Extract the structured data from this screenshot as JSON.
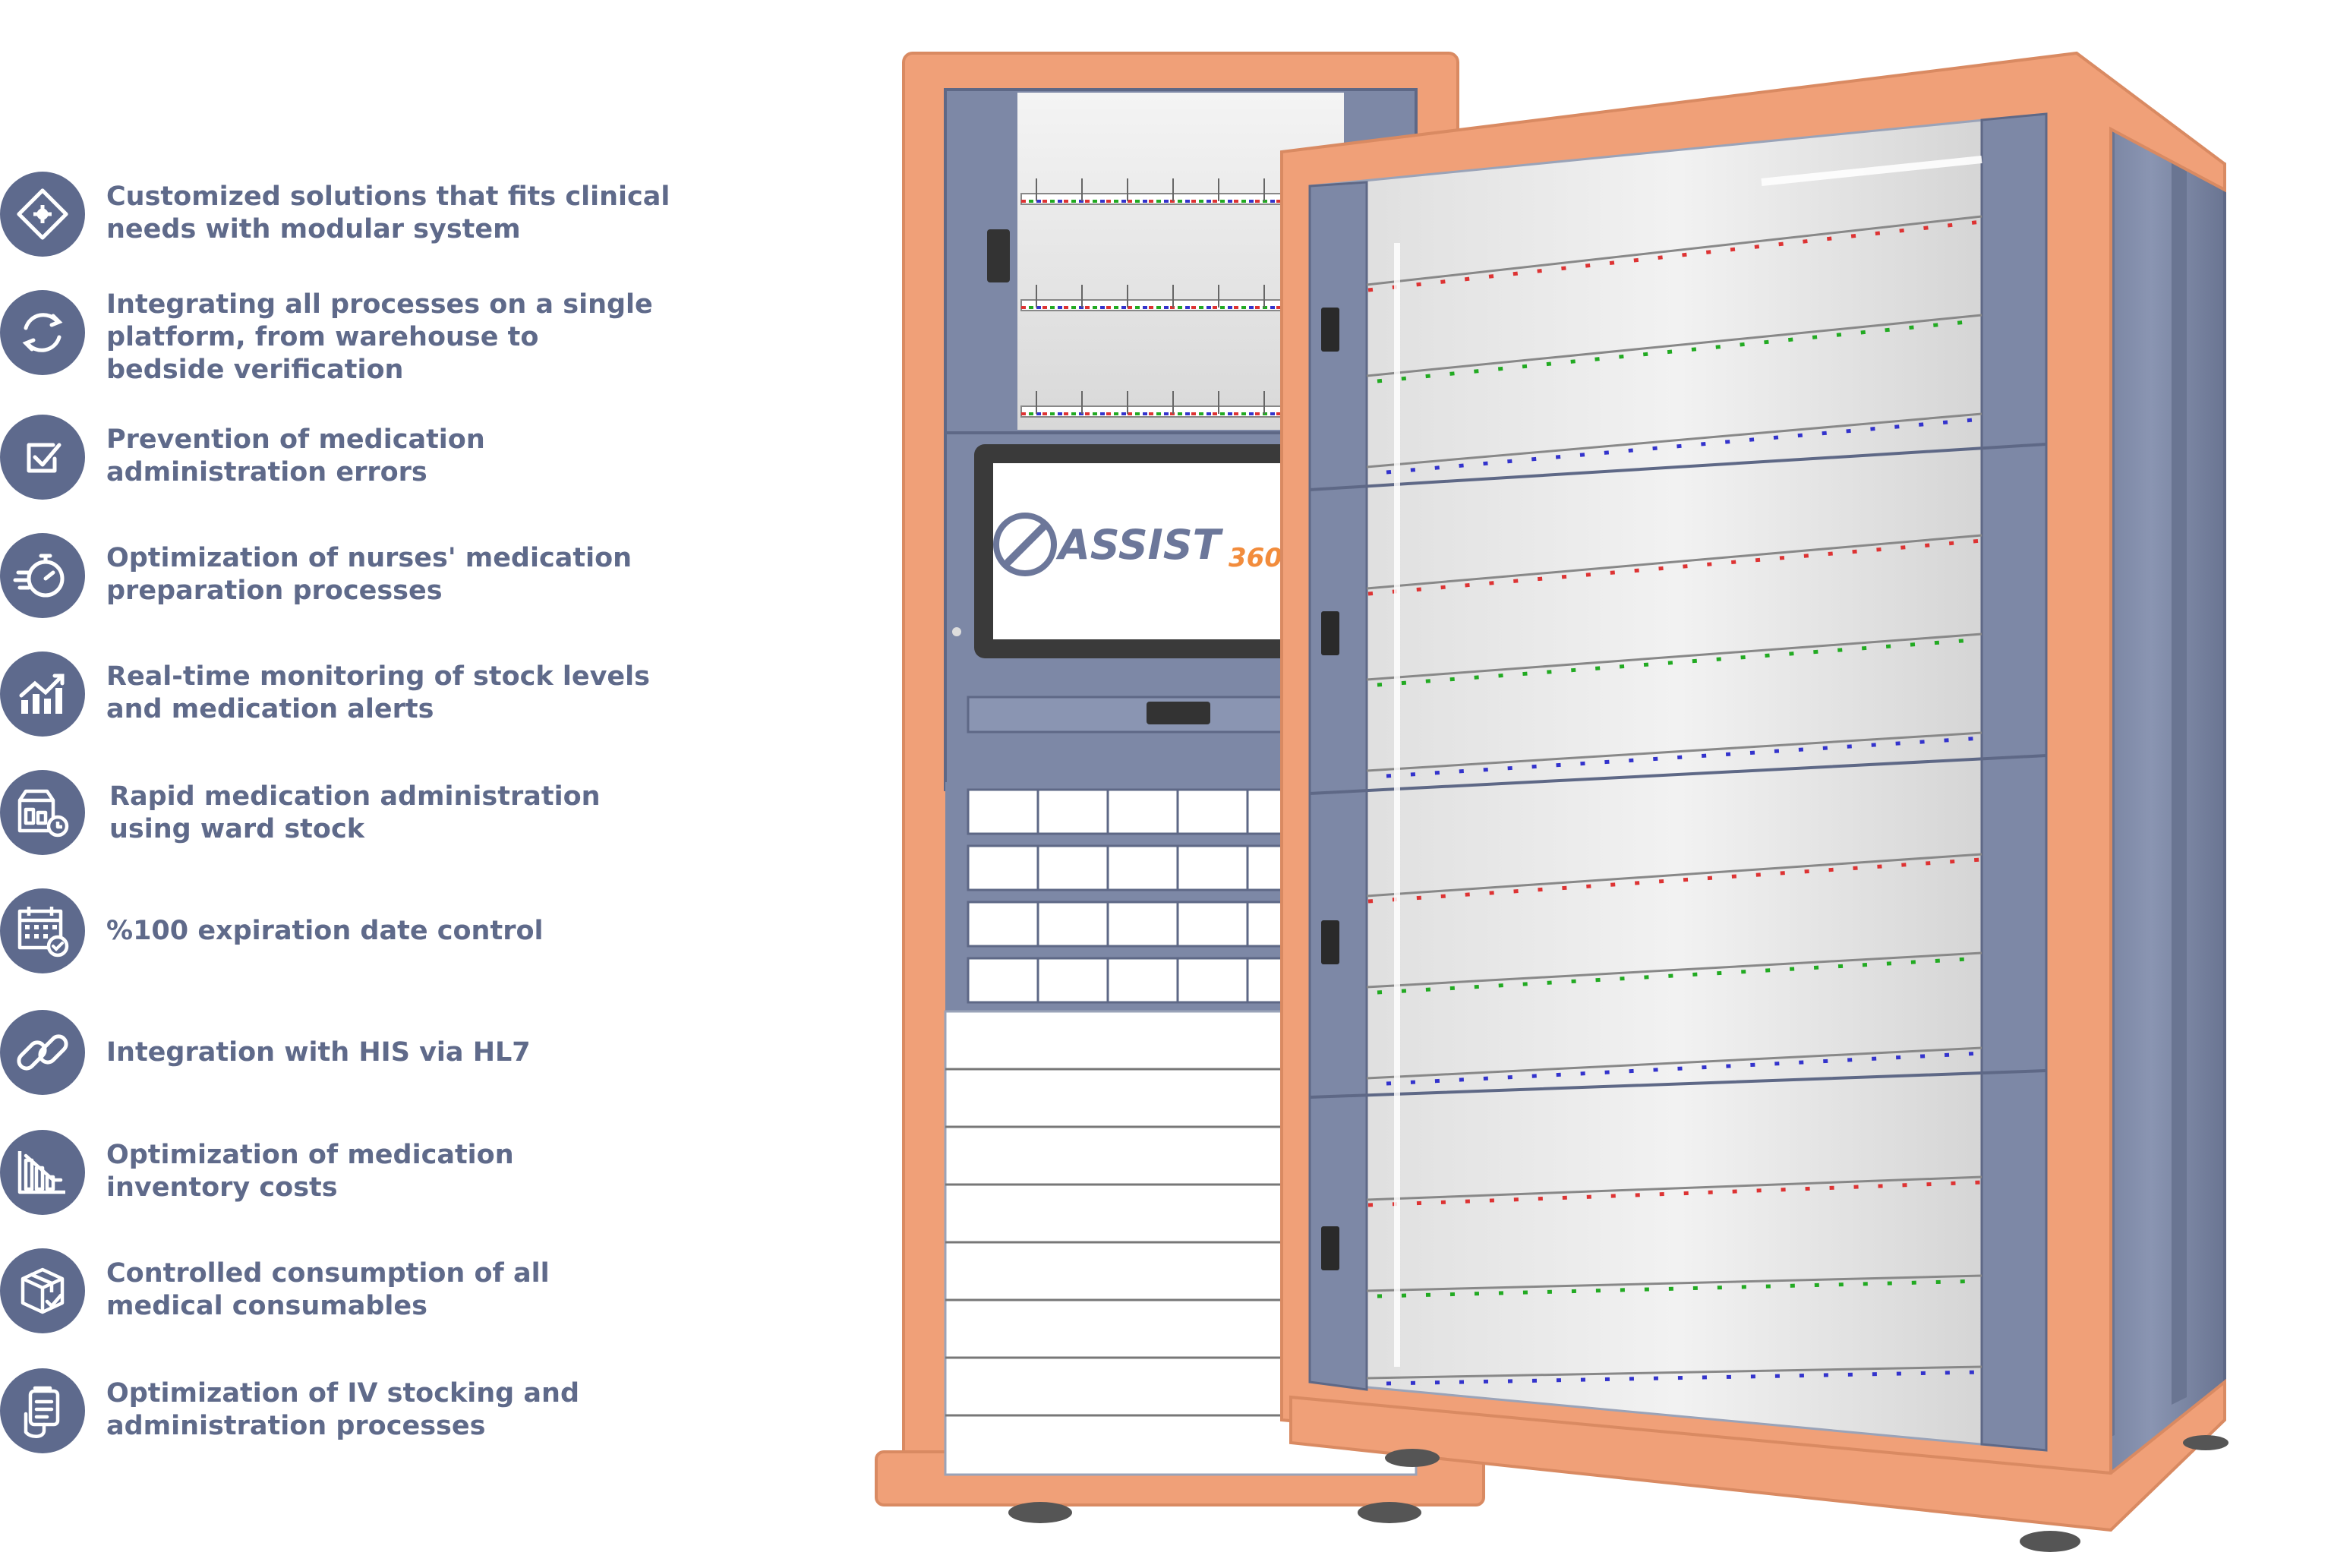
{
  "features": [
    {
      "icon": "puzzle-icon",
      "text": "Customized solutions that fits clinical\nneeds with modular system"
    },
    {
      "icon": "sync-cycle-icon",
      "text": "Integrating all processes on a single\nplatform, from warehouse to\nbedside verification"
    },
    {
      "icon": "check-square-icon",
      "text": "Prevention of medication\nadministration errors"
    },
    {
      "icon": "stopwatch-icon",
      "text": "Optimization of nurses' medication\npreparation processes"
    },
    {
      "icon": "rising-chart-icon",
      "text": "Real-time monitoring of stock levels\nand medication alerts"
    },
    {
      "icon": "medicine-box-clock-icon",
      "text": "Rapid medication administration\nusing ward stock"
    },
    {
      "icon": "calendar-check-icon",
      "text": "%100 expiration date control"
    },
    {
      "icon": "chain-link-icon",
      "text": "Integration with HIS via HL7"
    },
    {
      "icon": "falling-chart-icon",
      "text": "Optimization of medication\ninventory costs"
    },
    {
      "icon": "package-check-icon",
      "text": "Controlled consumption of all\nmedical consumables"
    },
    {
      "icon": "iv-bag-icon",
      "text": "Optimization of IV stocking and\nadministration processes"
    }
  ],
  "screen": {
    "logo_text": "ASSIST",
    "logo_suffix": "360"
  },
  "colors": {
    "frame_orange": "#f0a078",
    "panel_gray_blue": "#7d88a6",
    "icon_circle": "#5e6a8d",
    "text": "#5f6a8a",
    "logo_suffix_orange": "#f28c3c"
  }
}
